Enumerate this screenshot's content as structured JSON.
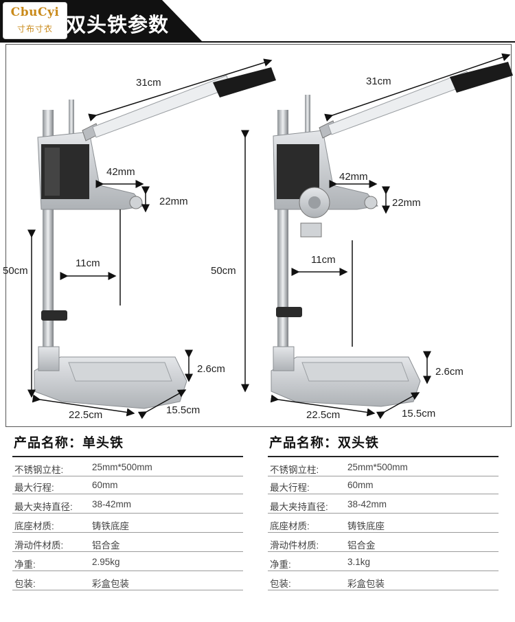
{
  "header": {
    "logo_text": "CbuCyi",
    "logo_subtext": "寸布寸衣",
    "title_text": "双头铁参数"
  },
  "left_stand": {
    "dims": {
      "handle_length": "31cm",
      "clamp_width": "42mm",
      "clamp_height": "22mm",
      "column_height": "50cm",
      "reach": "11cm",
      "base_height": "2.6cm",
      "base_length": "22.5cm",
      "base_width": "15.5cm"
    }
  },
  "right_stand": {
    "dims": {
      "handle_length": "31cm",
      "clamp_width": "42mm",
      "clamp_height": "22mm",
      "column_height": "50cm",
      "reach": "11cm",
      "base_height": "2.6cm",
      "base_length": "22.5cm",
      "base_width": "15.5cm"
    }
  },
  "spec_tables": [
    {
      "title": "产品名称：单头铁",
      "rows": [
        {
          "label": "不锈钢立柱:",
          "value": "25mm*500mm"
        },
        {
          "label": "最大行程:",
          "value": "60mm"
        },
        {
          "label": "最大夹持直径:",
          "value": "38-42mm"
        },
        {
          "label": "底座材质:",
          "value": "铸铁底座"
        },
        {
          "label": "滑动件材质:",
          "value": "铝合金"
        },
        {
          "label": "净重:",
          "value": "2.95kg"
        },
        {
          "label": "包装:",
          "value": "彩盒包装"
        }
      ]
    },
    {
      "title": "产品名称：双头铁",
      "rows": [
        {
          "label": "不锈钢立柱:",
          "value": "25mm*500mm"
        },
        {
          "label": "最大行程:",
          "value": "60mm"
        },
        {
          "label": "最大夹持直径:",
          "value": "38-42mm"
        },
        {
          "label": "底座材质:",
          "value": "铸铁底座"
        },
        {
          "label": "滑动件材质:",
          "value": "铝合金"
        },
        {
          "label": "净重:",
          "value": "3.1kg"
        },
        {
          "label": "包装:",
          "value": "彩盒包装"
        }
      ]
    }
  ],
  "colors": {
    "banner": "#111111",
    "logo_gold": "#c98a1a",
    "metal": "#c9ccd0",
    "dark_block": "#2b2b2b"
  }
}
